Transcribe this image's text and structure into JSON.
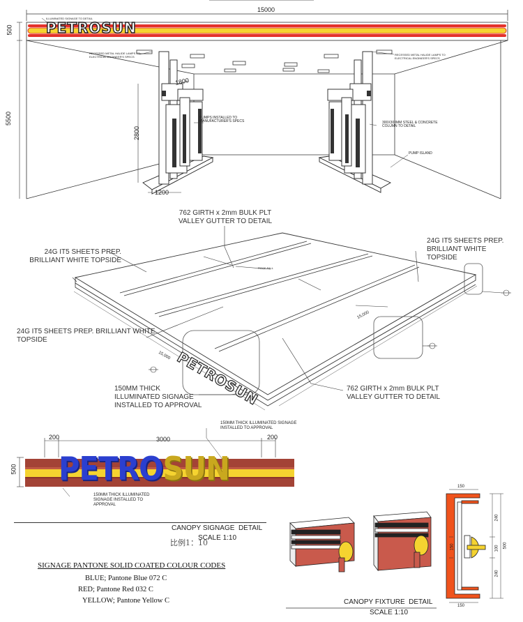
{
  "brand": {
    "left": "PETRO",
    "right": "SUN"
  },
  "elevation": {
    "width_dim": "15000",
    "fascia_dim": "500",
    "height_dim": "5500",
    "pump_height_dim": "2800",
    "island_width_dim": "1200",
    "pump_depth_dim": "1800",
    "note_signage": "ILLUMINATED SIGNAGE TO DETAIL",
    "note_lamp_left": "RECESSED METAL HALIDE LAMPS TO ELECTRICAL ENGINEER'S SPECS",
    "note_lamp_right": "RECESSED METAL HALIDE LAMPS TO ELECTRICAL ENGINEER'S SPECS",
    "note_pumps": "PUMPS INSTALLED TO MANUFACTURER'S SPECS",
    "note_column": "300X300MM STEEL & CONCRETE COLUMN TO DETAIL",
    "note_island": "PUMP ISLAND"
  },
  "roof": {
    "note_gutter_top": "762 GIRTH x 2mm BULK PLT VALLEY GUTTER TO DETAIL",
    "note_sheets_left": "24G IT5 SHEETS PREP. BRILLIANT WHITE TOPSIDE",
    "note_sheets_right": "24G IT5 SHEETS PREP. BRILLIANT WHITE TOPSIDE",
    "note_sheets_front": "24G IT5 SHEETS PREP. BRILLIANT WHITE TOPSIDE",
    "note_signage": "150MM THICK ILLUMINATED SIGNAGE INSTALLED TO APPROVAL",
    "note_gutter_bottom": "762 GIRTH x 2mm BULK PLT VALLEY GUTTER TO DETAIL",
    "dim_right": "15,000",
    "dim_left": "15,000",
    "roof_fall": "ROOF FALL"
  },
  "signage": {
    "dim_left": "200",
    "dim_center": "3000",
    "dim_right": "200",
    "dim_height": "500",
    "note_top": "150MM THICK ILLUMINATED SIGNAGE INSTALLED TO APPROVAL",
    "note_bottom": "150MM THICK ILLUMINATED SIGNAGE INSTALLED TO APPROVAL",
    "title": "CANOPY SIGNAGE  DETAIL",
    "scale_cn": "比例1：10",
    "scale": "SCALE 1:10"
  },
  "colour_codes": {
    "heading": "SIGNAGE PANTONE SOLID COATED COLOUR CODES",
    "items": [
      "BLUE; Pantone Blue 072 C",
      "RED; Pantone Red 032 C",
      "YELLOW; Pantone Yellow C"
    ]
  },
  "fixture": {
    "title": "CANOPY FIXTURE  DETAIL",
    "scale": "SCALE 1:10",
    "dim_top": "150",
    "dim_total": "500",
    "dim_upper": "240",
    "dim_mid": "150",
    "dim_mid2": "100",
    "dim_lower": "240",
    "dim_bottom": "150"
  },
  "colors": {
    "red": "#e4322b",
    "yellow": "#f5d330",
    "blue": "#2b3fcf",
    "gold": "#c9a81e",
    "maroon": "#a34336",
    "orange": "#f0531c"
  }
}
